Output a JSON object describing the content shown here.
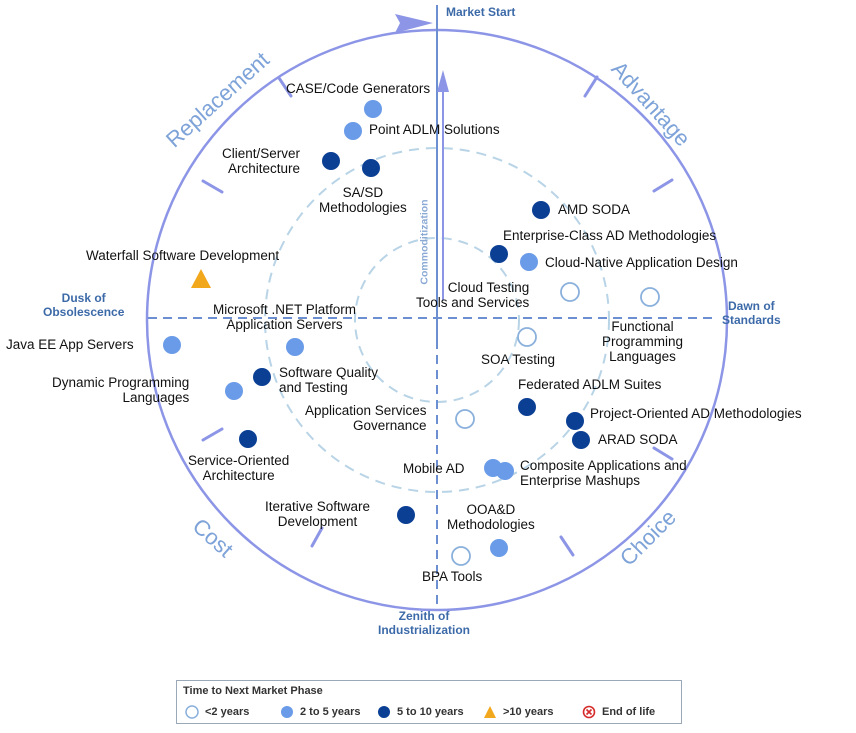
{
  "axis_labels": {
    "market_start": "Market Start",
    "dusk_of_obsolescence": "Dusk of\nObsolescence",
    "dawn_of_standards": "Dawn of\nStandards",
    "zenith_of_industrialization": "Zenith of\nIndustrialization",
    "commoditization": "Commoditization"
  },
  "phases": {
    "replacement": "Replacement",
    "advantage": "Advantage",
    "cost": "Cost",
    "choice": "Choice"
  },
  "items": [
    {
      "label": "CASE/Code Generators",
      "status": "2to5"
    },
    {
      "label": "Point ADLM Solutions",
      "status": "2to5"
    },
    {
      "label": "Client/Server\nArchitecture",
      "status": "5to10"
    },
    {
      "label": "SA/SD\nMethodologies",
      "status": "5to10"
    },
    {
      "label": "AMD SODA",
      "status": "5to10"
    },
    {
      "label": "Enterprise-Class AD Methodologies",
      "status": "5to10"
    },
    {
      "label": "Cloud-Native Application Design",
      "status": "2to5"
    },
    {
      "label": "Waterfall Software Development",
      "status": "gt10"
    },
    {
      "label": "Cloud Testing\nTools and Services",
      "status": "lt2"
    },
    {
      "label": "Functional\nProgramming\nLanguages",
      "status": "lt2"
    },
    {
      "label": "Microsoft .NET Platform\nApplication Servers",
      "status": "2to5"
    },
    {
      "label": "Java EE App Servers",
      "status": "2to5"
    },
    {
      "label": "SOA Testing",
      "status": "lt2"
    },
    {
      "label": "Software Quality\nand Testing",
      "status": "5to10"
    },
    {
      "label": "Dynamic Programming\nLanguages",
      "status": "2to5"
    },
    {
      "label": "Federated ADLM Suites",
      "status": "5to10"
    },
    {
      "label": "Application Services\nGovernance",
      "status": "lt2"
    },
    {
      "label": "Project-Oriented AD Methodologies",
      "status": "5to10"
    },
    {
      "label": "ARAD SODA",
      "status": "5to10"
    },
    {
      "label": "Service-Oriented\nArchitecture",
      "status": "5to10"
    },
    {
      "label": "Mobile AD",
      "status": "2to5"
    },
    {
      "label": "Composite Applications and\nEnterprise Mashups",
      "status": "2to5"
    },
    {
      "label": "Iterative Software\nDevelopment",
      "status": "5to10"
    },
    {
      "label": "OOA&D\nMethodologies",
      "status": "2to5"
    },
    {
      "label": "BPA Tools",
      "status": "lt2"
    }
  ],
  "legend": {
    "title": "Time to Next Market Phase",
    "entries": [
      {
        "key": "lt2",
        "label": "<2 years",
        "symbol": "open-circle-icon"
      },
      {
        "key": "2to5",
        "label": "2 to 5 years",
        "symbol": "light-blue-dot-icon"
      },
      {
        "key": "5to10",
        "label": "5 to 10 years",
        "symbol": "dark-blue-dot-icon"
      },
      {
        "key": "gt10",
        "label": ">10 years",
        "symbol": "orange-triangle-icon"
      },
      {
        "key": "eol",
        "label": "End of life",
        "symbol": "red-x-circle-icon"
      }
    ]
  },
  "colors": {
    "ring": "#8c95e6",
    "axis": "#6b8fd0",
    "inner_ring": "#b8d4e6",
    "dark_blue": "#0b3f94",
    "light_blue": "#6a9be8",
    "open_circle": "#8ab0dc",
    "orange": "#f2a81c",
    "red": "#d62b2b",
    "phase_text": "#7ea3d8"
  }
}
